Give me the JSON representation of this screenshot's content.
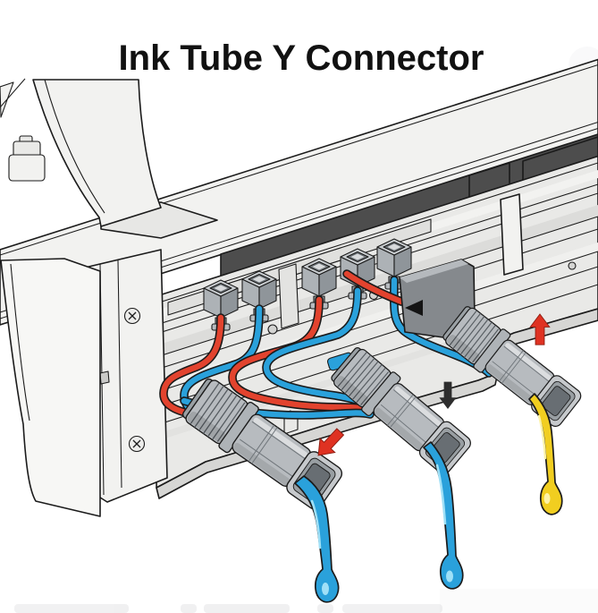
{
  "title": "Ink Tube Y Connector",
  "illustration": {
    "description": "Printer carriage shown open with ink tubes routed to three Y connectors, each dripping ink",
    "square_tube_connectors": 5,
    "tube_colors": [
      "red",
      "blue"
    ],
    "y_connectors": [
      {
        "position": "left",
        "ink_drip": "blue",
        "arrow": "red arrow pointing down-left"
      },
      {
        "position": "middle",
        "ink_drip": "blue",
        "arrow": "black arrow pointing down"
      },
      {
        "position": "right",
        "ink_drip": "yellow",
        "arrow": "red arrow pointing up"
      }
    ]
  },
  "colors": {
    "background": "#ffffff",
    "outline": "#1b1b1b",
    "panel_light": "#f2f2f0",
    "panel_mid": "#e9e9e7",
    "panel_shade": "#d6d6d4",
    "dark_band": "#4d4d4d",
    "bracket_dark": "#85898d",
    "bracket_top": "#b5b9bd",
    "connector_gray": "#b7bbbf",
    "connector_shade": "#989ea2",
    "connector_inner": "#686e73",
    "tube_red": "#e2432e",
    "tube_blue": "#2aa1db",
    "ink_yellow": "#f1ce20",
    "ink_blue_hl": "#9fe0f7",
    "ink_yellow_hl": "#fdf3a8",
    "arrow_red": "#df3222",
    "arrow_black": "#2d2d2d",
    "title_color": "#111111"
  }
}
